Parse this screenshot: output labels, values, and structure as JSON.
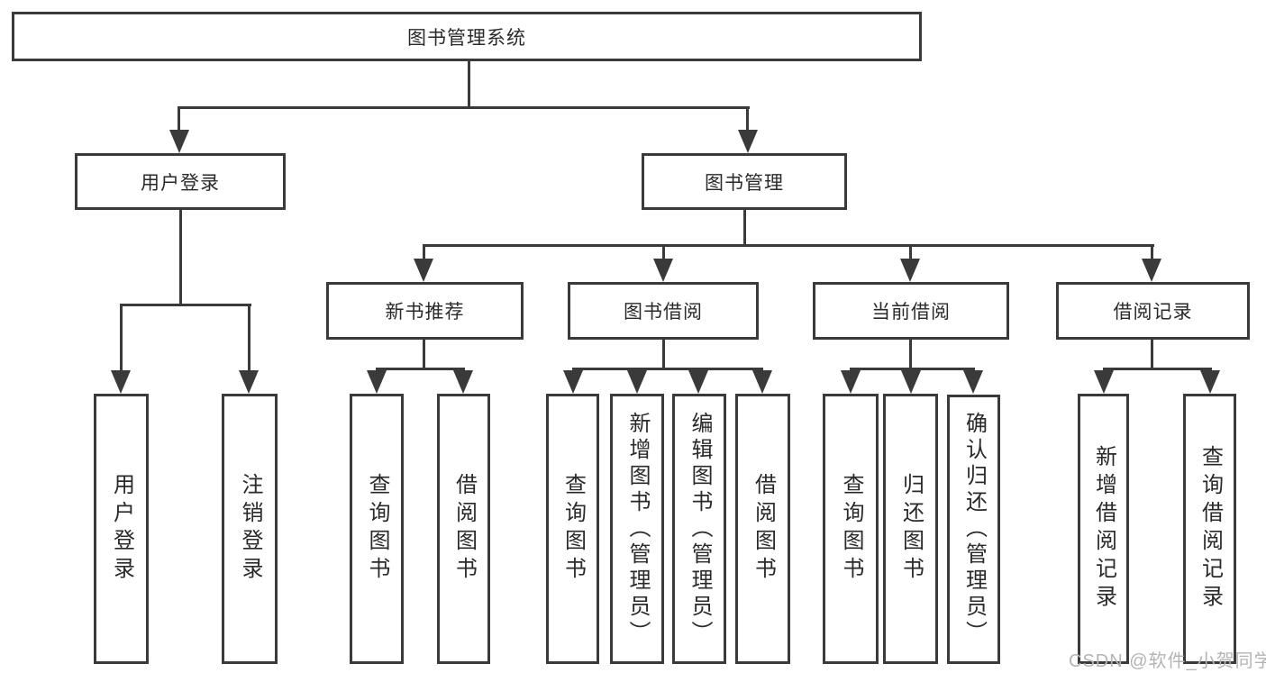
{
  "tree": {
    "root": {
      "label": "图书管理系统"
    },
    "branches": [
      {
        "label": "用户登录",
        "children": [
          {
            "label": "用户登录"
          },
          {
            "label": "注销登录"
          }
        ]
      },
      {
        "label": "图书管理",
        "children": [
          {
            "label": "新书推荐",
            "children": [
              {
                "label": "查询图书"
              },
              {
                "label": "借阅图书"
              }
            ]
          },
          {
            "label": "图书借阅",
            "children": [
              {
                "label": "查询图书"
              },
              {
                "label": "新增图书（管理员）"
              },
              {
                "label": "编辑图书（管理员）"
              },
              {
                "label": "借阅图书"
              }
            ]
          },
          {
            "label": "当前借阅",
            "children": [
              {
                "label": "查询图书"
              },
              {
                "label": "归还图书"
              },
              {
                "label": "确认归还（管理员）"
              }
            ]
          },
          {
            "label": "借阅记录",
            "children": [
              {
                "label": "新增借阅记录"
              },
              {
                "label": "查询借阅记录"
              }
            ]
          }
        ]
      }
    ]
  },
  "watermark": {
    "text": "CSDN @软件_小贺同学"
  },
  "colors": {
    "line": "#3a3a3a",
    "text": "#2a2a2a",
    "box_background": "#ffffff",
    "watermark": "#b4b4b4"
  }
}
